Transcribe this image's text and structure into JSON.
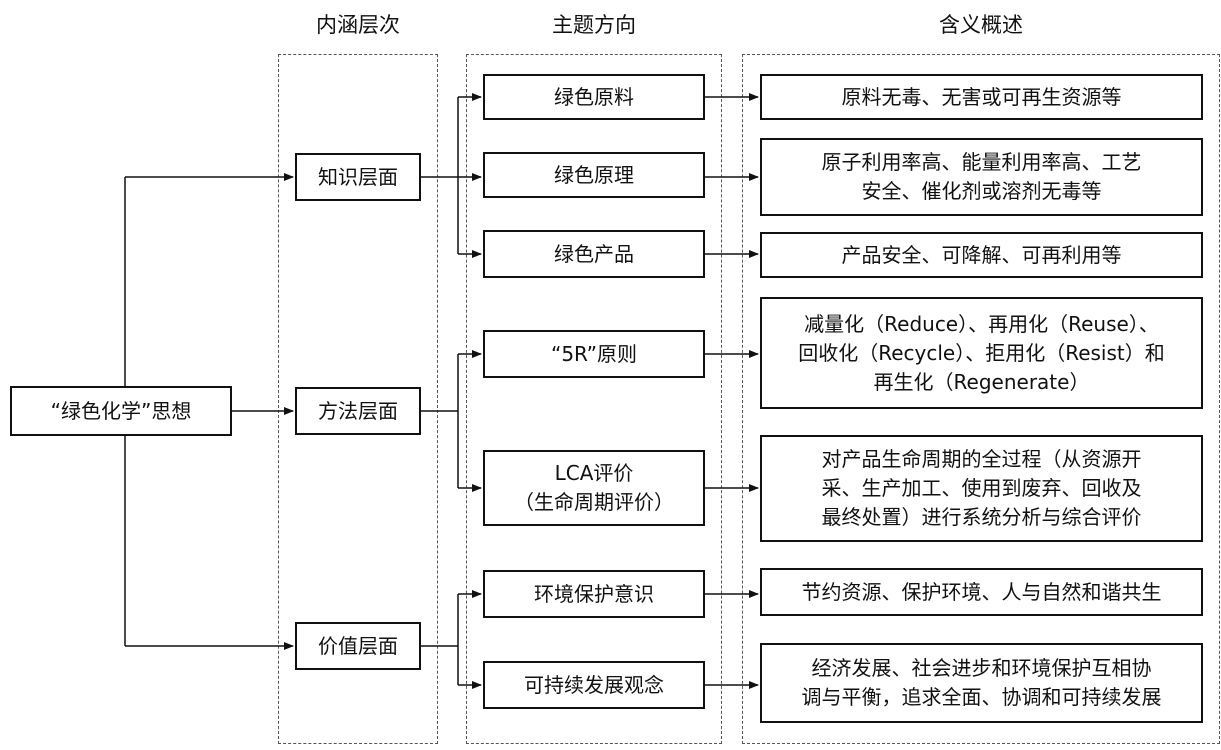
{
  "headers": {
    "levels": "内涵层次",
    "themes": "主题方向",
    "meanings": "含义概述"
  },
  "root": "“绿色化学”思想",
  "levels": [
    {
      "label": "知识层面",
      "themes": [
        {
          "label": "绿色原料",
          "meaning": "原料无毒、无害或可再生资源等"
        },
        {
          "label": "绿色原理",
          "meaning": "原子利用率高、能量利用率高、工艺\n安全、催化剂或溶剂无毒等"
        },
        {
          "label": "绿色产品",
          "meaning": "产品安全、可降解、可再利用等"
        }
      ]
    },
    {
      "label": "方法层面",
      "themes": [
        {
          "label": "“5R”原则",
          "meaning": "减量化（Reduce）、再用化（Reuse）、\n回收化（Recycle）、拒用化（Resist）和\n再生化（Regenerate）"
        },
        {
          "label": "LCA评价\n（生命周期评价）",
          "meaning": "对产品生命周期的全过程（从资源开\n采、生产加工、使用到废弃、回收及\n最终处置）进行系统分析与综合评价"
        }
      ]
    },
    {
      "label": "价值层面",
      "themes": [
        {
          "label": "环境保护意识",
          "meaning": "节约资源、保护环境、人与自然和谐共生"
        },
        {
          "label": "可持续发展观念",
          "meaning": "经济发展、社会进步和环境保护互相协\n调与平衡，追求全面、协调和可持续发展"
        }
      ]
    }
  ]
}
